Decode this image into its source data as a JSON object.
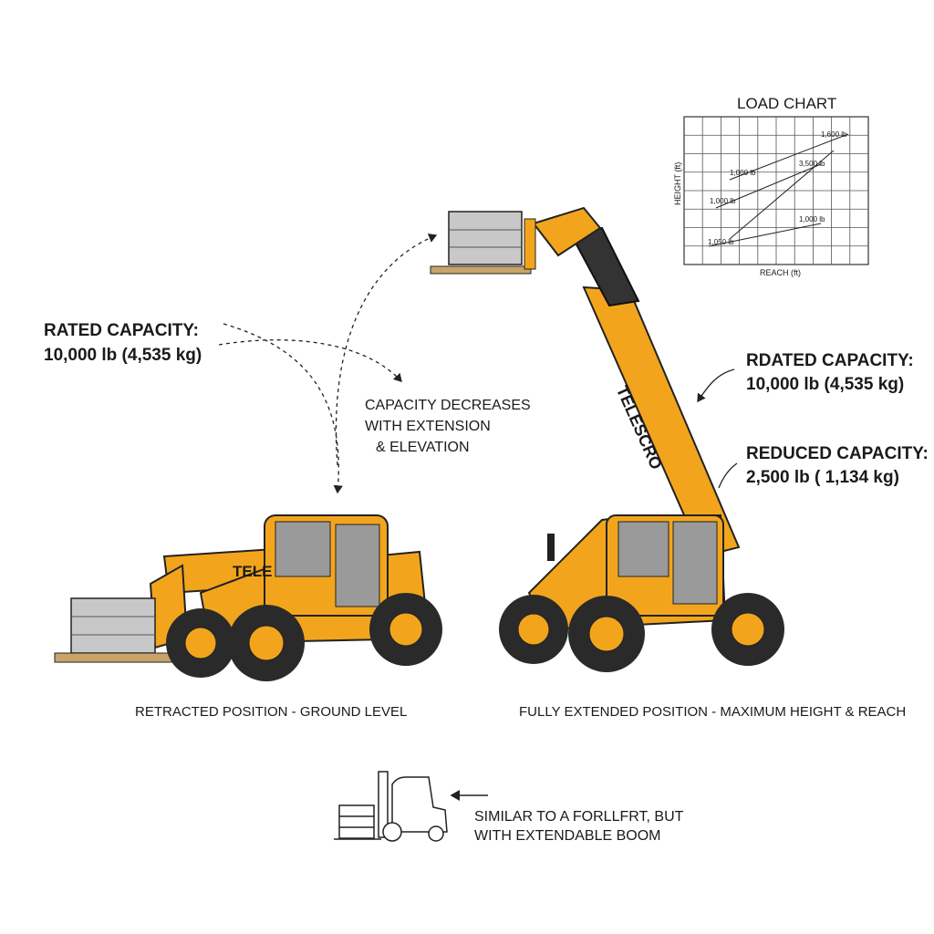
{
  "left_callout": {
    "title": "RATED CAPACITY:",
    "value": "10,000 lb (4,535 kg)"
  },
  "center_note": [
    "CAPACITY DECREASES",
    "WITH EXTENSION",
    "& ELEVATION"
  ],
  "right_callout_rated": {
    "title": "RDATED CAPACITY:",
    "value": "10,000 lb (4,535 kg)"
  },
  "right_callout_reduced": {
    "title": "REDUCED CAPACITY:",
    "value": "2,500 lb ( 1,134 kg)"
  },
  "boom_brand": "TELESCRO",
  "retracted_brand": "TELE",
  "captions": {
    "retracted": "RETRACTED POSITION - GROUND LEVEL",
    "extended": "FULLY EXTENDED POSITION - MAXIMUM HEIGHT & REACH"
  },
  "forklift_note": [
    "SIMILAR TO A FORLLFRT, BUT",
    "WITH EXTENDABLE BOOM"
  ],
  "load_chart": {
    "title": "LOAD CHART",
    "xlabel": "REACH (ft)",
    "ylabel": "HEIGHT (ft)",
    "labels": [
      "1,600 lb",
      "1,000 lb",
      "1,000 lb",
      "3,500 lb",
      "1,000 lb",
      "1,050 lb"
    ]
  },
  "colors": {
    "machine": "#f2a51c",
    "machine_dark": "#c47d0a",
    "cab_glass": "#9a9a9a",
    "tire": "#2a2a2a",
    "ink": "#1a1a1a"
  }
}
